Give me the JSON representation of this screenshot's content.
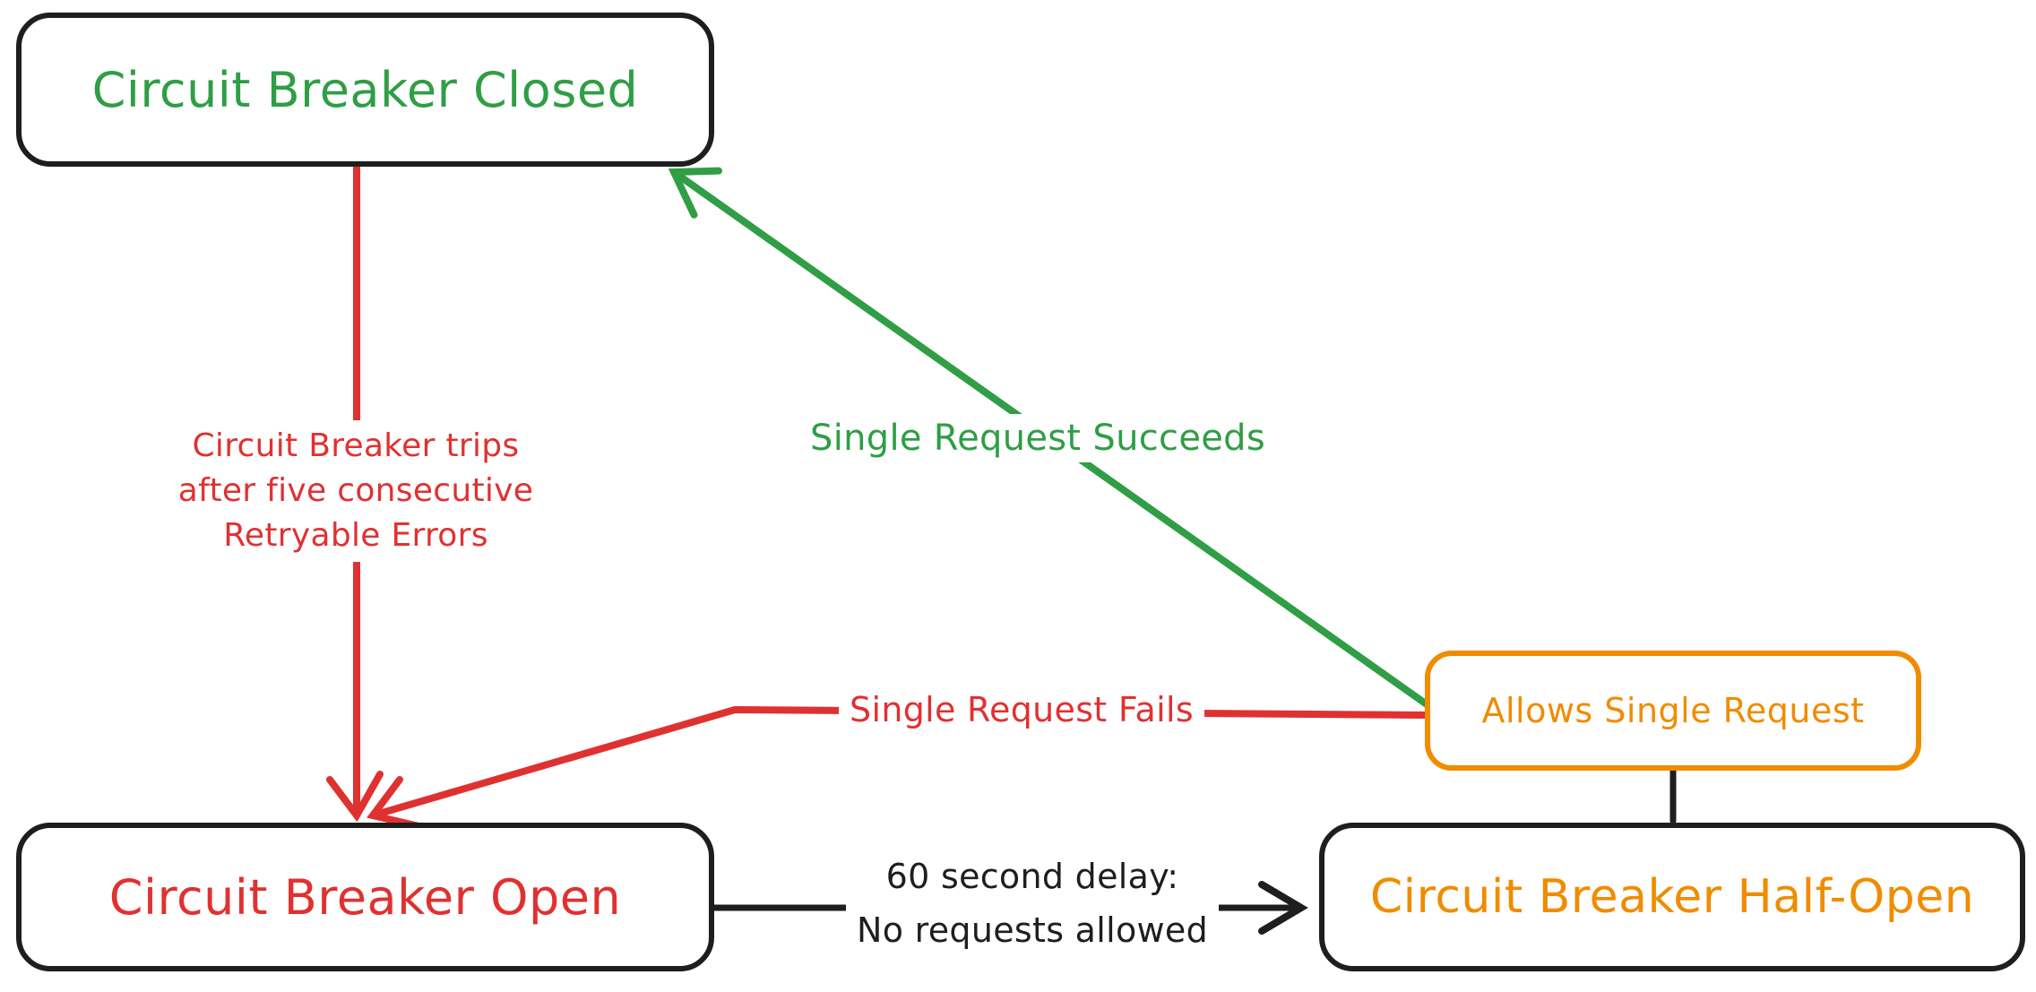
{
  "nodes": {
    "closed": {
      "label": "Circuit Breaker Closed",
      "text_color": "#2f9e44",
      "border_color": "#1e1e1e"
    },
    "open": {
      "label": "Circuit Breaker Open",
      "text_color": "#e03131",
      "border_color": "#1e1e1e"
    },
    "half_open": {
      "label": "Circuit Breaker Half-Open",
      "text_color": "#f08c00",
      "border_color": "#1e1e1e"
    },
    "allow_single": {
      "label": "Allows Single Request",
      "text_color": "#f08c00",
      "border_color": "#f08c00"
    }
  },
  "edges": {
    "trips": {
      "label_line1": "Circuit Breaker trips",
      "label_line2": "after five consecutive",
      "label_line3": "Retryable Errors",
      "color": "#e03131",
      "from": "closed",
      "to": "open"
    },
    "succeeds": {
      "label": "Single Request Succeeds",
      "color": "#2f9e44",
      "from": "allow_single",
      "to": "closed"
    },
    "fails": {
      "label": "Single Request Fails",
      "color": "#e03131",
      "from": "allow_single",
      "to": "open"
    },
    "delay": {
      "label_line1": "60 second delay:",
      "label_line2": "No requests allowed",
      "color": "#1e1e1e",
      "from": "open",
      "to": "half_open"
    },
    "half_open_connector": {
      "color": "#1e1e1e",
      "from": "allow_single",
      "to": "half_open"
    }
  },
  "colors": {
    "green": "#2f9e44",
    "red": "#e03131",
    "orange": "#f08c00",
    "black": "#1e1e1e",
    "background": "#ffffff"
  }
}
